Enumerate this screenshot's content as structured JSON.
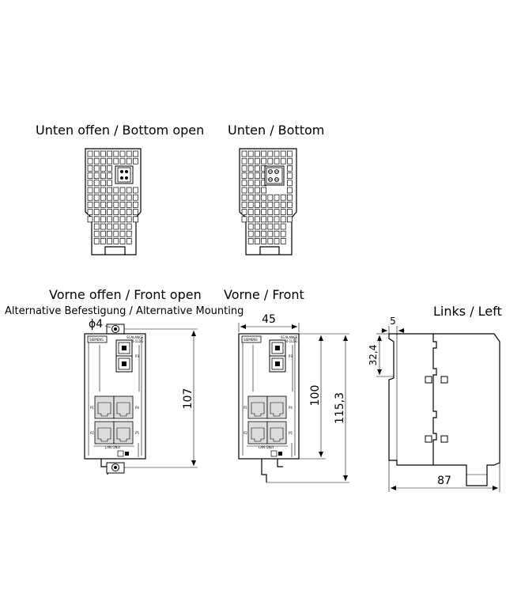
{
  "titles": {
    "bottom_open": "Unten offen / Bottom open",
    "bottom": "Unten / Bottom",
    "front_open": "Vorne offen / Front open",
    "alt_mounting": "Alternative Befestigung / Alternative Mounting",
    "front": "Vorne  / Front",
    "left": "Links / Left"
  },
  "dimensions": {
    "hole_diameter": "ϕ4",
    "height_open": "107",
    "width_front": "45",
    "height_front": "100",
    "height_total": "115,3",
    "left_offset": "5",
    "left_upper": "32,4",
    "depth": "87"
  },
  "device": {
    "brand": "SIEMENS",
    "model_line1": "SCALANCE",
    "model_line2": "XB004-1LDG",
    "port_p1": "P1",
    "port_p2": "P2",
    "port_p3": "P3",
    "port_p4": "P4",
    "port_p5": "P5",
    "lan_only": "LAN ONLY"
  }
}
